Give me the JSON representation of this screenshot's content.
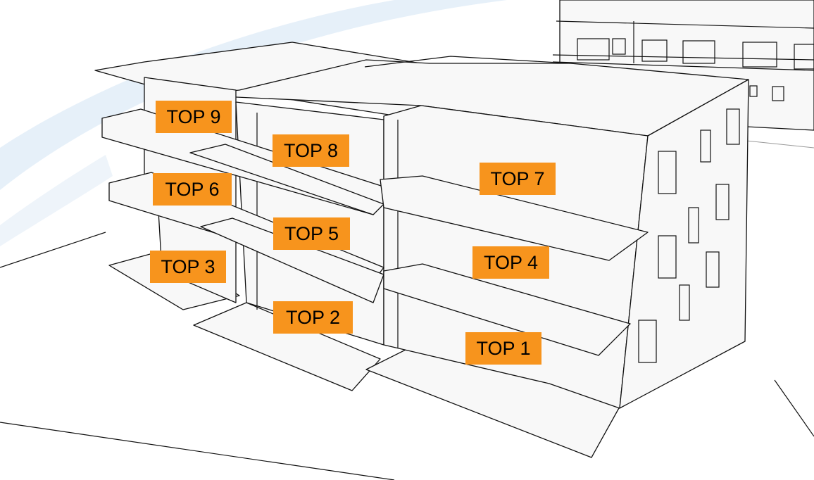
{
  "colors": {
    "label_bg": "#F7941D",
    "label_text": "#000000",
    "swoosh": "#e3eef8"
  },
  "units": [
    {
      "id": "top-9",
      "label": "TOP 9"
    },
    {
      "id": "top-8",
      "label": "TOP 8"
    },
    {
      "id": "top-7",
      "label": "TOP 7"
    },
    {
      "id": "top-6",
      "label": "TOP 6"
    },
    {
      "id": "top-5",
      "label": "TOP 5"
    },
    {
      "id": "top-4",
      "label": "TOP 4"
    },
    {
      "id": "top-3",
      "label": "TOP 3"
    },
    {
      "id": "top-2",
      "label": "TOP 2"
    },
    {
      "id": "top-1",
      "label": "TOP 1"
    }
  ]
}
